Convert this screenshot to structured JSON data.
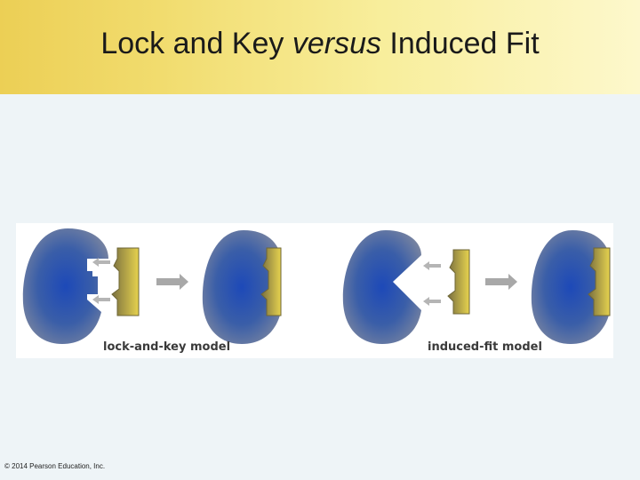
{
  "slide": {
    "title_part1": "Lock and Key ",
    "title_italic": "versus",
    "title_part2": " Induced Fit",
    "copyright": "© 2014 Pearson Education, Inc."
  },
  "figure": {
    "left_caption": "lock-and-key model",
    "right_caption": "induced-fit model"
  },
  "colors": {
    "header_start": "#eccf55",
    "header_end": "#fdf8cc",
    "enzyme_core": "#1d49b8",
    "enzyme_edge": "#7a85a0",
    "substrate": "#c9b53a",
    "arrow": "#b5b5b5"
  }
}
